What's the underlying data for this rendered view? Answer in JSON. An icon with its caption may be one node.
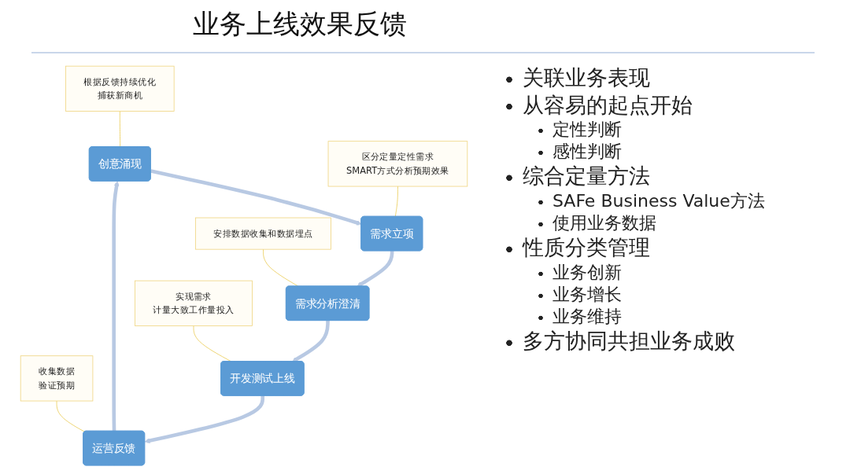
{
  "diagram": {
    "title": "业务上线效果反馈",
    "nodes": [
      {
        "text": [
          "根据反馈持续优化",
          "捕获新商机"
        ]
      },
      {
        "text": [
          "创意涌现"
        ]
      },
      {
        "text": [
          "区分定量定性需求",
          "SMART方式分析预期效果"
        ]
      },
      {
        "text": [
          "运营反馈"
        ]
      },
      {
        "text": [
          "需求立项"
        ]
      },
      {
        "text": [
          "收集数据",
          "验证预期"
        ]
      },
      {
        "text": [
          "开发测试上线"
        ]
      },
      {
        "text": [
          "需求分析澄清"
        ]
      },
      {
        "text": [
          "实现需求",
          "计量大致工作量投入"
        ]
      },
      {
        "text": [
          "安排数据收集和数据埋点"
        ]
      }
    ],
    "edges": [
      {
        "from": 1,
        "to": 4,
        "arrow": "to",
        "style": "thick"
      },
      {
        "from": 4,
        "to": 7,
        "arrow": "to",
        "style": "thick"
      },
      {
        "from": 7,
        "to": 6,
        "arrow": "to",
        "style": "thick"
      },
      {
        "from": 6,
        "to": 3,
        "arrow": "to",
        "style": "thick"
      },
      {
        "from": 3,
        "to": 1,
        "arrow": "to",
        "style": "thick"
      },
      {
        "from": 0,
        "to": 1,
        "arrow": "none",
        "color": "#e8c84a"
      },
      {
        "from": 2,
        "to": 4,
        "arrow": "none",
        "color": "#e8c84a"
      },
      {
        "from": 5,
        "to": 3,
        "arrow": "none",
        "color": "#e8c84a"
      },
      {
        "from": 8,
        "to": 6,
        "arrow": "none",
        "color": "#e8c84a"
      },
      {
        "from": 9,
        "to": 7,
        "arrow": "none",
        "color": "#e8c84a"
      }
    ],
    "labels": [
      "关联业务表现",
      "从容易的起点开始",
      "定性判断",
      "感性判断",
      "综合定量方法",
      "SAFe Business Value方法",
      "使用业务数据",
      "性质分类管理",
      "业务创新",
      "业务增长",
      "业务维持",
      "多方协同共担业务成败"
    ]
  }
}
